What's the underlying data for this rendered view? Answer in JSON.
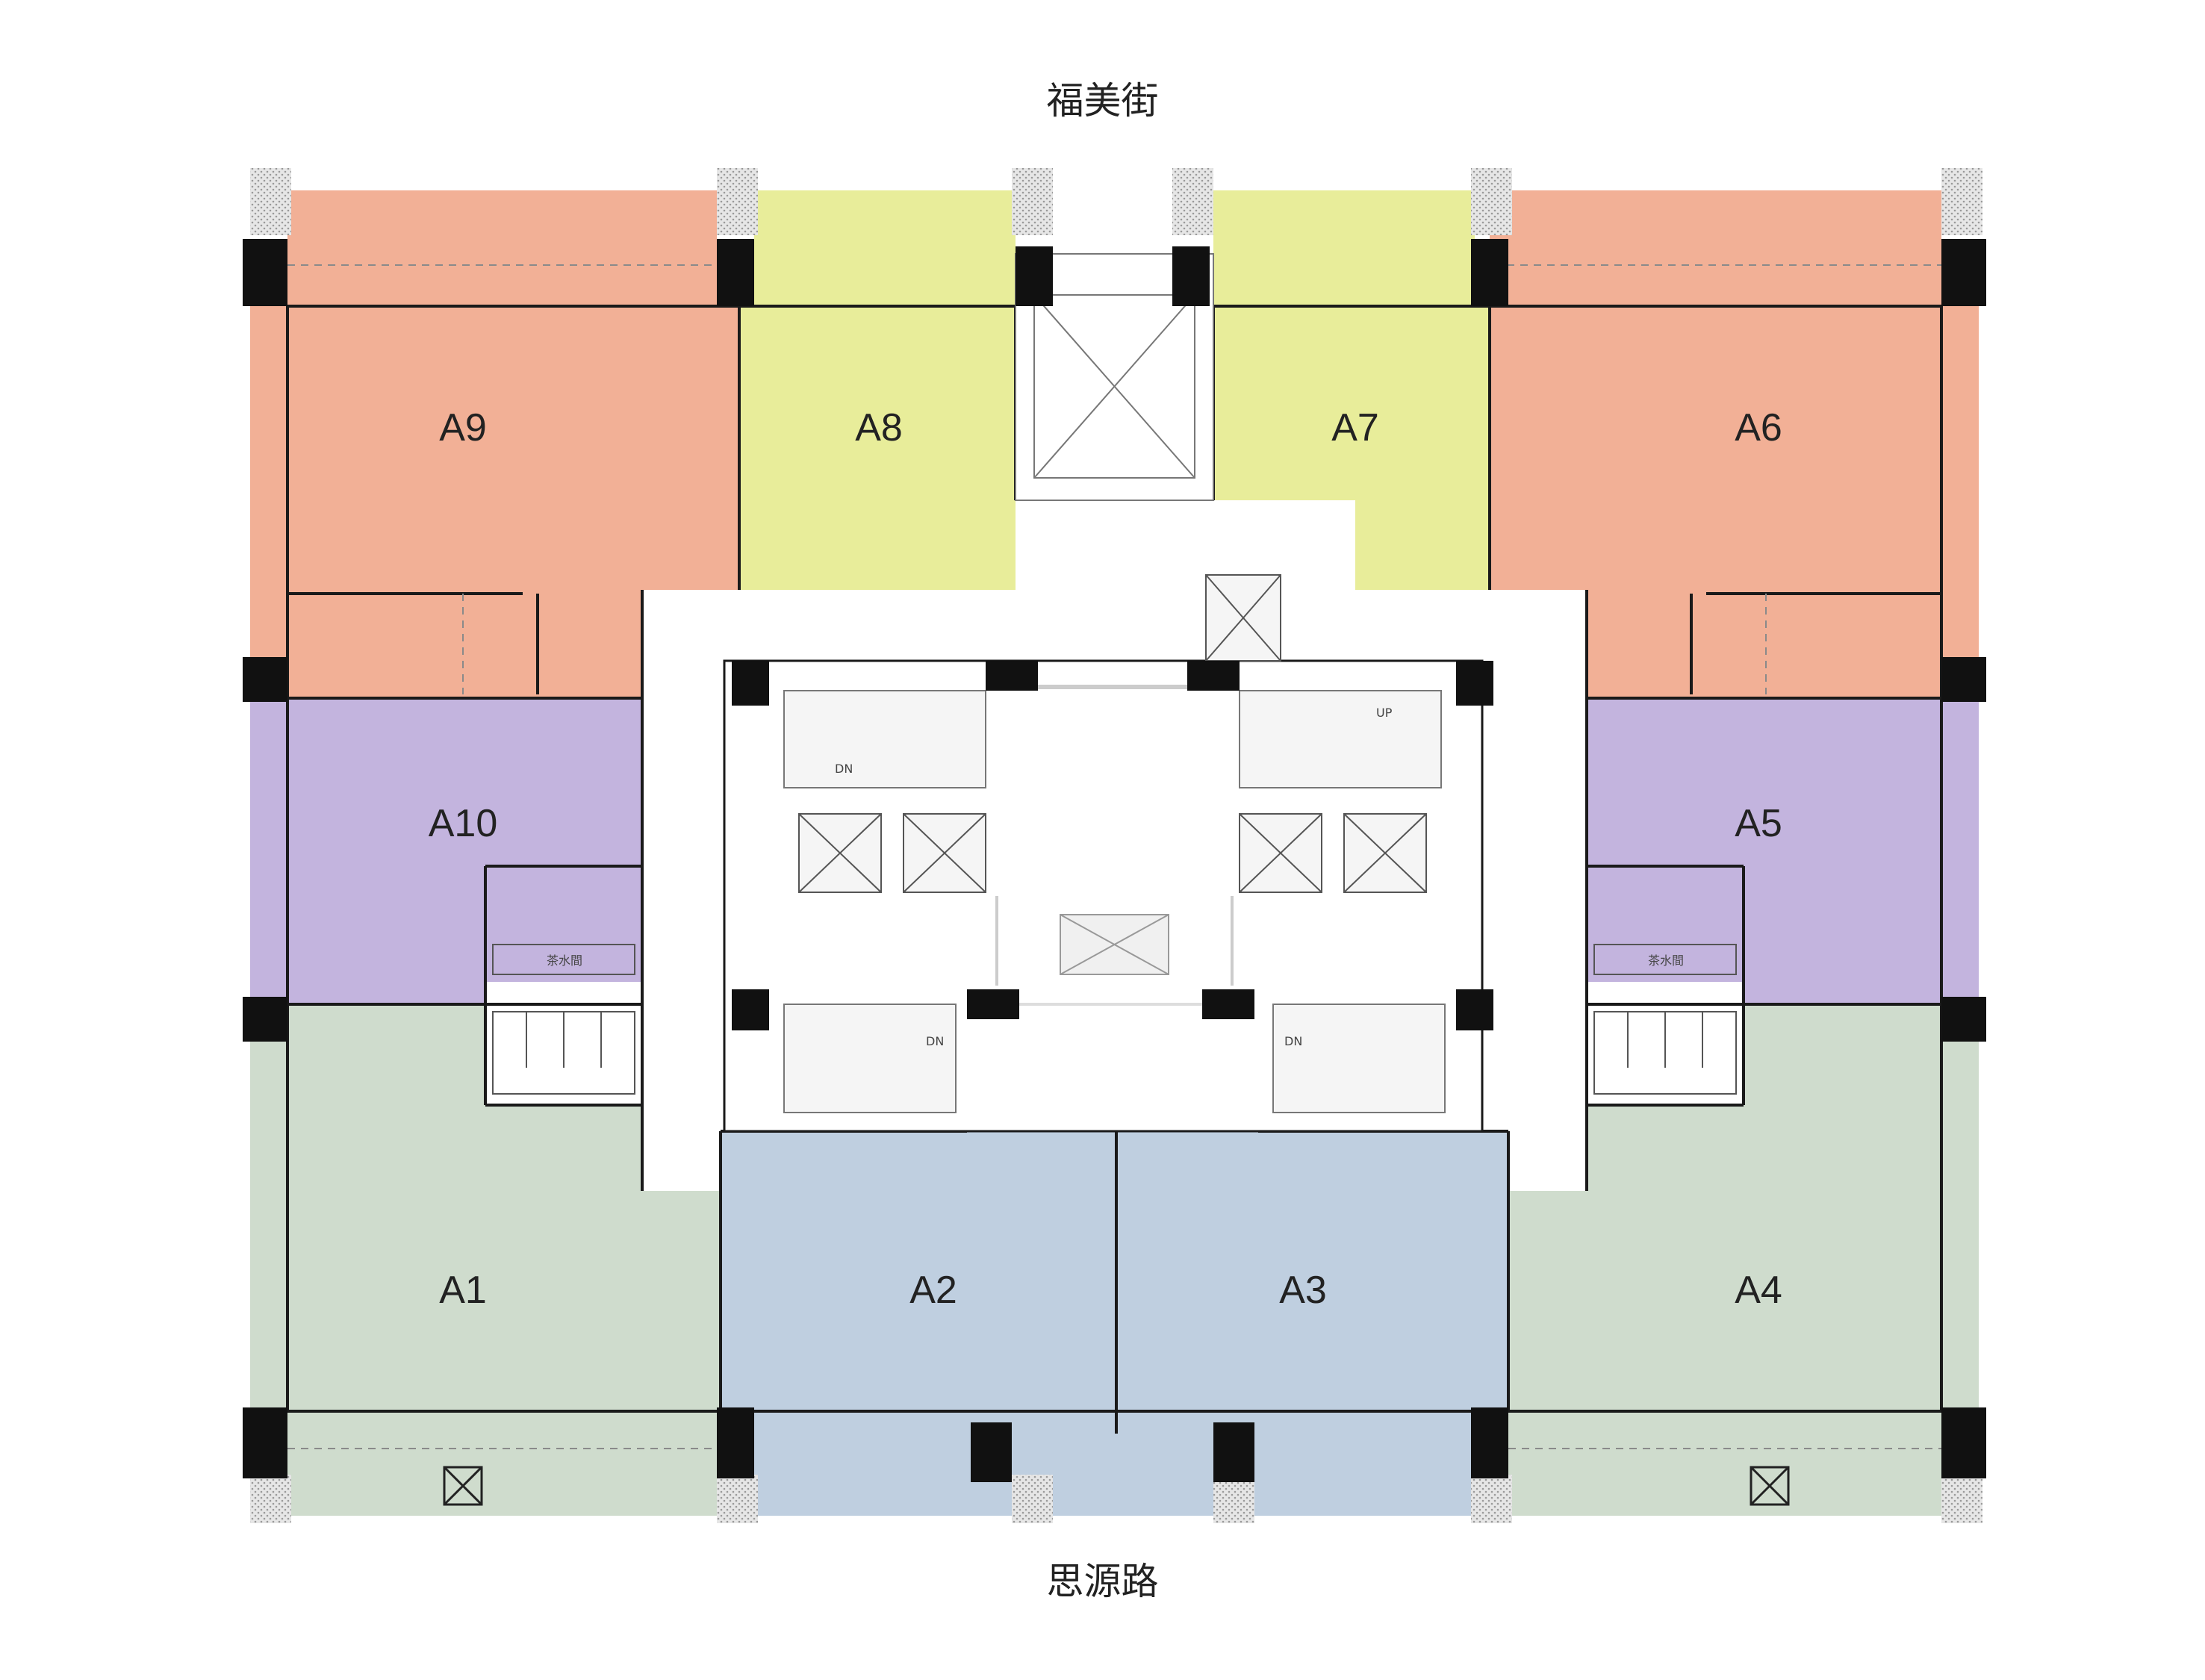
{
  "streets": {
    "top": "福美街",
    "bottom": "思源路"
  },
  "units": {
    "a1": "A1",
    "a2": "A2",
    "a3": "A3",
    "a4": "A4",
    "a5": "A5",
    "a6": "A6",
    "a7": "A7",
    "a8": "A8",
    "a9": "A9",
    "a10": "A10"
  },
  "marks": {
    "tea_room": "茶水間",
    "dn": "DN",
    "up": "UP"
  },
  "colors": {
    "orange": "#f2b096",
    "yellow": "#e8ed9a",
    "purple": "#c3b4de",
    "green": "#cfdccd",
    "blue": "#bfcfe0",
    "column": "#111111",
    "corridor": "#ffffff",
    "wall": "#1a1a1a"
  }
}
